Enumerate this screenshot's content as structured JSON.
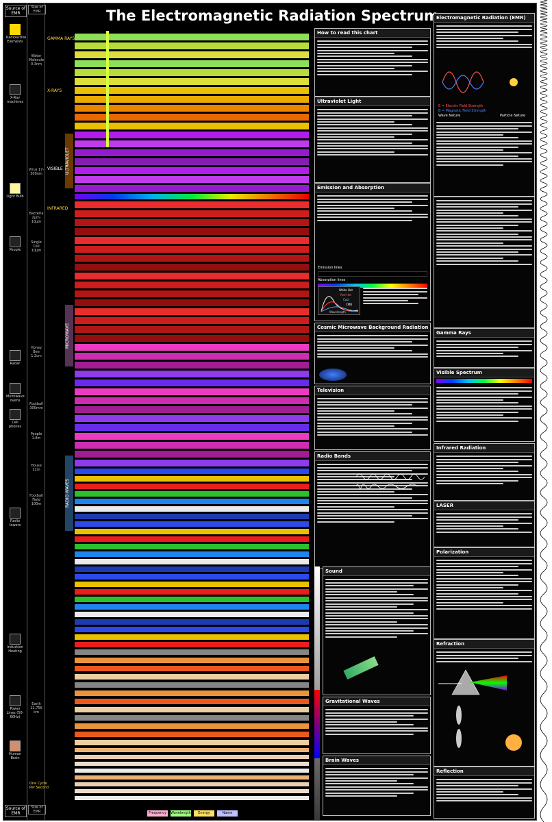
{
  "title": "The Electromagnetic Radiation Spectrum",
  "sidebar": {
    "top_label": "Source of EMR",
    "bottom_label": "Source of EMR",
    "items": [
      {
        "icon": "radiation-icon",
        "label": "Radioactive Elements"
      },
      {
        "icon": "xray-machine-icon",
        "label": "X-Ray machines"
      },
      {
        "icon": "lightbulb-icon",
        "label": "Light Bulb"
      },
      {
        "icon": "person-icon",
        "label": "People"
      },
      {
        "icon": "radar-icon",
        "label": "Radar"
      },
      {
        "icon": "microwave-oven-icon",
        "label": "Microwave ovens"
      },
      {
        "icon": "cell-phone-icon",
        "label": "Cell phones"
      },
      {
        "icon": "radio-tower-icon",
        "label": "Radio towers"
      },
      {
        "icon": "induction-icon",
        "label": "Induction Heating"
      },
      {
        "icon": "power-line-icon",
        "label": "Power Lines (50-60Hz)"
      },
      {
        "icon": "brain-icon",
        "label": "Human Brain"
      }
    ]
  },
  "scale_column": {
    "top_label": "Size of EMR",
    "bottom_label": "Size of EMR",
    "items": [
      {
        "label": "Water Molecule 0.3nm"
      },
      {
        "label": "Virus 17-300nm"
      },
      {
        "label": "Bacteria 2μm-10μm"
      },
      {
        "label": "Single Cell 10μm"
      },
      {
        "label": "Honey Bee 1.2cm"
      },
      {
        "label": "Football 300mm"
      },
      {
        "label": "People 1.8m"
      },
      {
        "label": "House 12m"
      },
      {
        "label": "Football Field 100m"
      },
      {
        "label": "Earth 12,756 km"
      }
    ]
  },
  "bands": [
    {
      "name": "GAMMA RAYS",
      "color": "#9af25e"
    },
    {
      "name": "X-RAYS",
      "color": "#ffb800"
    },
    {
      "name": "ULTRAVIOLET",
      "color": "#c020ff"
    },
    {
      "name": "VISIBLE",
      "color": "#ffffff"
    },
    {
      "name": "INFRARED",
      "color": "#ff3030"
    },
    {
      "name": "MICROWAVE",
      "color": "#ff40d0"
    },
    {
      "name": "RADIO WAVES",
      "color": "#2090ff"
    }
  ],
  "footnote": "One Cycle Per Second",
  "legend": [
    {
      "label": "Frequency",
      "color": "#ffb0d0"
    },
    {
      "label": "Wavelength",
      "color": "#a0ff80"
    },
    {
      "label": "Energy",
      "color": "#ffe060"
    },
    {
      "label": "Name",
      "color": "#c0c0ff"
    }
  ],
  "panels": [
    {
      "heading": "How to read this chart"
    },
    {
      "heading": "Ultraviolet Light"
    },
    {
      "heading": "Emission and Absorption"
    },
    {
      "heading": "Cosmic Microwave Background Radiation"
    },
    {
      "heading": "Television"
    },
    {
      "heading": "Radio Bands"
    },
    {
      "heading": "Sound"
    },
    {
      "heading": "Gravitational Waves"
    },
    {
      "heading": "Brain Waves"
    }
  ],
  "right_panels": [
    {
      "heading": "Electromagnetic Radiation (EMR)"
    },
    {
      "heading": "Gamma Rays"
    },
    {
      "heading": "Visible Spectrum"
    },
    {
      "heading": "Infrared Radiation"
    },
    {
      "heading": "LASER"
    },
    {
      "heading": "Polarization"
    },
    {
      "heading": "Refraction"
    },
    {
      "heading": "Reflection"
    }
  ],
  "figure_labels": {
    "emission_absorption": [
      "Emission lines",
      "Absorption lines"
    ],
    "blackbody": [
      "White Hot",
      "Red Hot",
      "Cool",
      "CMB",
      "Wavelength"
    ],
    "emr_wave": [
      "E = Electric Field Strength",
      "B = Magnetic Field Strength",
      "Wave Nature",
      "Particle Nature"
    ]
  }
}
